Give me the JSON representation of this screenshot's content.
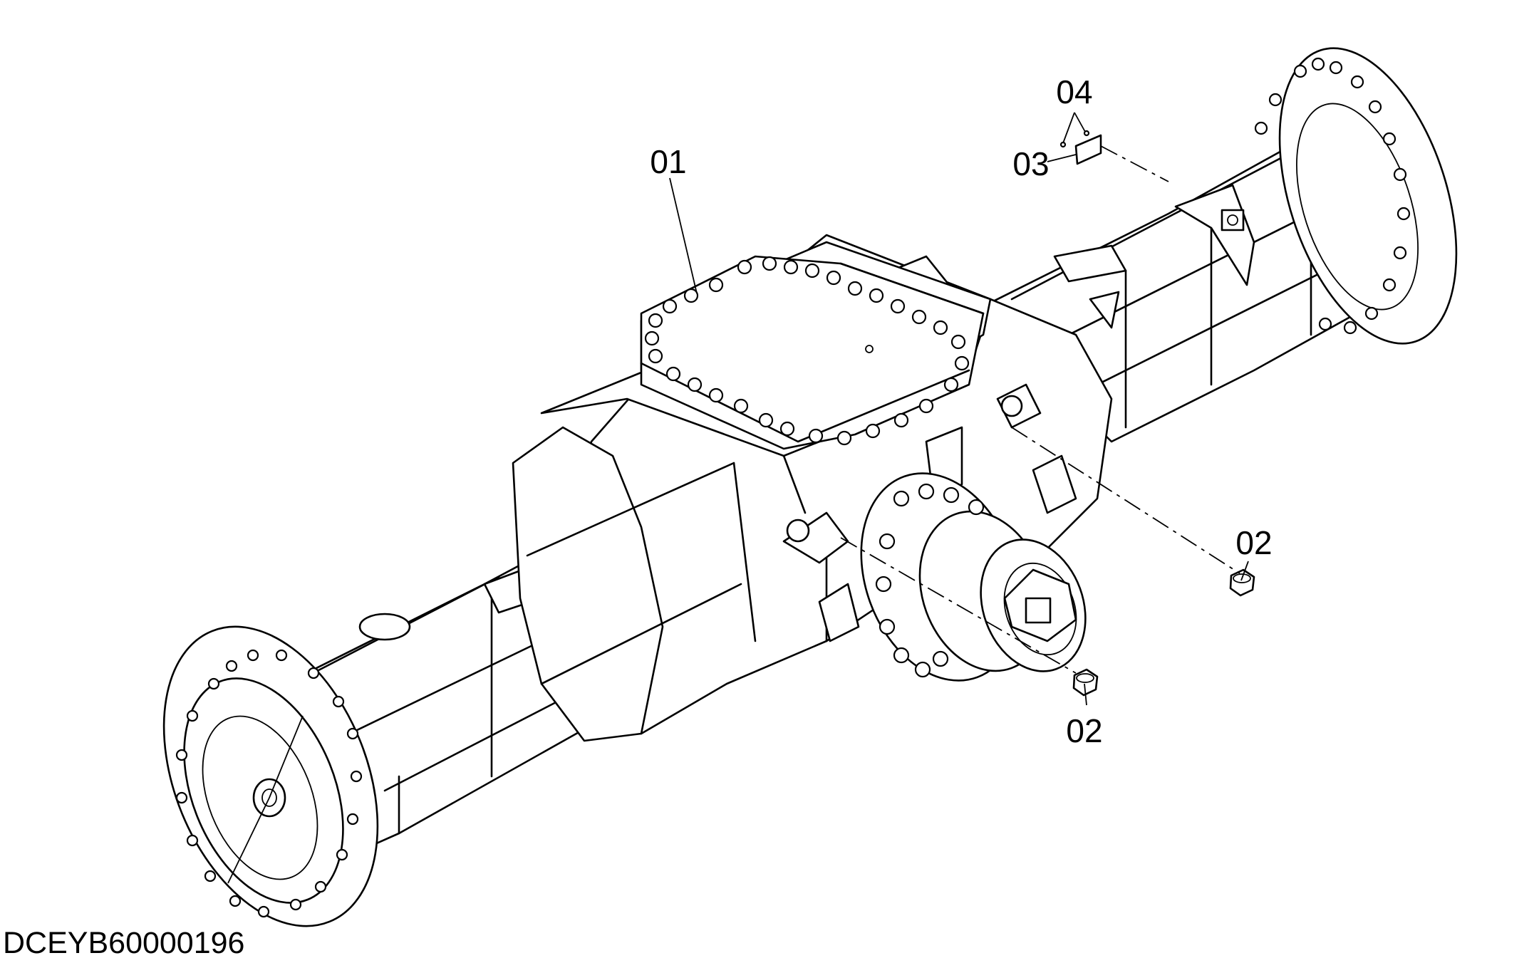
{
  "drawing_id": "DCEYB60000196",
  "callouts": {
    "housing": "01",
    "plug_right": "02",
    "plug_lower": "02",
    "name_plate": "03",
    "rivets": "04"
  }
}
